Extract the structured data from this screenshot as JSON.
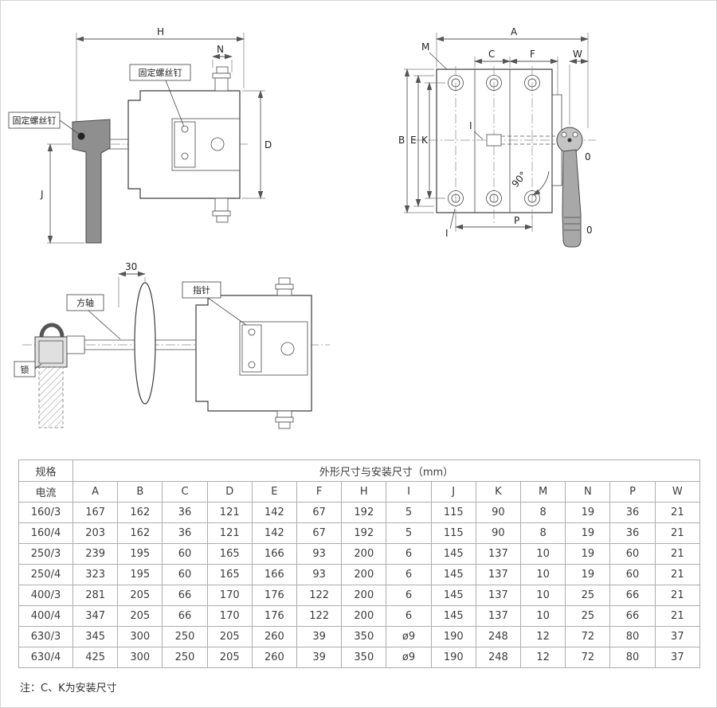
{
  "drawings": {
    "side_view": {
      "callout_top": "固定螺丝钉",
      "callout_left": "固定螺丝钉",
      "dims": {
        "H": "H",
        "N": "N",
        "D": "D",
        "J": "J"
      }
    },
    "front_view": {
      "dims": {
        "A": "A",
        "M": "M",
        "C": "C",
        "F": "F",
        "W": "W",
        "B": "B",
        "E": "E",
        "K": "K",
        "I_mid": "I",
        "I_bottom": "I",
        "P": "P"
      },
      "angle_label": "90°",
      "zero_top": "0",
      "zero_bottom": "0"
    },
    "shaft_view": {
      "dim_30": "30",
      "callout_pointer": "指针",
      "callout_shaft": "方轴",
      "callout_lock": "锁"
    }
  },
  "table": {
    "spec_header": "规格",
    "group_header": "外形尺寸与安装尺寸（mm）",
    "current_header": "电流",
    "columns": [
      "A",
      "B",
      "C",
      "D",
      "E",
      "F",
      "H",
      "I",
      "J",
      "K",
      "M",
      "N",
      "P",
      "W"
    ],
    "rows": [
      {
        "spec": "160/3",
        "values": [
          "167",
          "162",
          "36",
          "121",
          "142",
          "67",
          "192",
          "5",
          "115",
          "90",
          "8",
          "19",
          "36",
          "21"
        ]
      },
      {
        "spec": "160/4",
        "values": [
          "203",
          "162",
          "36",
          "121",
          "142",
          "67",
          "192",
          "5",
          "115",
          "90",
          "8",
          "19",
          "36",
          "21"
        ]
      },
      {
        "spec": "250/3",
        "values": [
          "239",
          "195",
          "60",
          "165",
          "166",
          "93",
          "200",
          "6",
          "145",
          "137",
          "10",
          "19",
          "60",
          "21"
        ]
      },
      {
        "spec": "250/4",
        "values": [
          "323",
          "195",
          "60",
          "165",
          "166",
          "93",
          "200",
          "6",
          "145",
          "137",
          "10",
          "19",
          "60",
          "21"
        ]
      },
      {
        "spec": "400/3",
        "values": [
          "281",
          "205",
          "66",
          "170",
          "176",
          "122",
          "200",
          "6",
          "145",
          "137",
          "10",
          "25",
          "66",
          "21"
        ]
      },
      {
        "spec": "400/4",
        "values": [
          "347",
          "205",
          "66",
          "170",
          "176",
          "122",
          "200",
          "6",
          "145",
          "137",
          "10",
          "25",
          "66",
          "21"
        ]
      },
      {
        "spec": "630/3",
        "values": [
          "345",
          "300",
          "250",
          "205",
          "260",
          "39",
          "350",
          "ø9",
          "190",
          "248",
          "12",
          "72",
          "80",
          "37"
        ]
      },
      {
        "spec": "630/4",
        "values": [
          "425",
          "300",
          "250",
          "205",
          "260",
          "39",
          "350",
          "ø9",
          "190",
          "248",
          "12",
          "72",
          "80",
          "37"
        ]
      }
    ]
  },
  "note": "注：C、K为安装尺寸"
}
